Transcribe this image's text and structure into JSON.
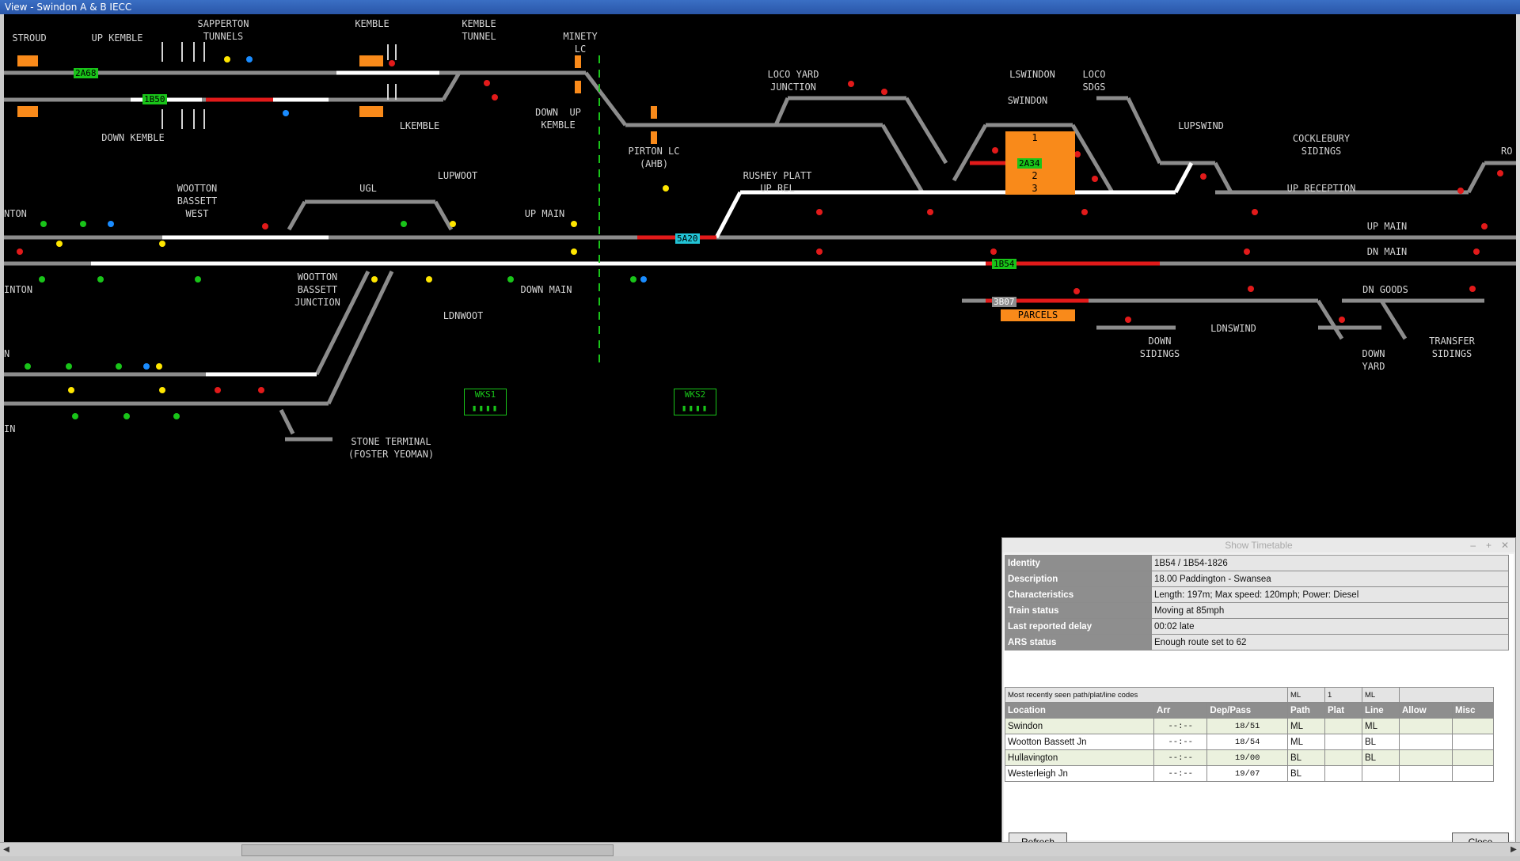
{
  "window": {
    "title": "View - Swindon A & B IECC"
  },
  "labels": [
    {
      "id": "stroud",
      "text": "STROUD"
    },
    {
      "id": "up-kemble",
      "text": "UP KEMBLE"
    },
    {
      "id": "sapperton",
      "text": "SAPPERTON\nTUNNELS"
    },
    {
      "id": "kemble",
      "text": "KEMBLE"
    },
    {
      "id": "kemble-tunnel",
      "text": "KEMBLE\nTUNNEL"
    },
    {
      "id": "minety",
      "text": "MINETY\nLC"
    },
    {
      "id": "loco-yard",
      "text": "LOCO YARD\nJUNCTION"
    },
    {
      "id": "lswindon",
      "text": "LSWINDON"
    },
    {
      "id": "loco-sdgs",
      "text": "LOCO\nSDGS"
    },
    {
      "id": "swindon",
      "text": "SWINDON"
    },
    {
      "id": "lupswind",
      "text": "LUPSWIND"
    },
    {
      "id": "cocklebury",
      "text": "COCKLEBURY\nSIDINGS"
    },
    {
      "id": "down-kemble",
      "text": "DOWN KEMBLE"
    },
    {
      "id": "lkemble",
      "text": "LKEMBLE"
    },
    {
      "id": "down-up-kemble",
      "text": "DOWN  UP\nKEMBLE"
    },
    {
      "id": "pirton",
      "text": "PIRTON LC\n(AHB)"
    },
    {
      "id": "wootton-west",
      "text": "WOOTTON\nBASSETT\nWEST"
    },
    {
      "id": "ugl",
      "text": "UGL"
    },
    {
      "id": "lupwoot",
      "text": "LUPWOOT"
    },
    {
      "id": "rushey",
      "text": "RUSHEY PLATT\nUP REL"
    },
    {
      "id": "up-reception",
      "text": "UP RECEPTION"
    },
    {
      "id": "nton",
      "text": "NTON"
    },
    {
      "id": "up-main",
      "text": "UP MAIN"
    },
    {
      "id": "up-main-r",
      "text": "UP MAIN"
    },
    {
      "id": "dn-main",
      "text": "DN MAIN"
    },
    {
      "id": "inton",
      "text": "INTON"
    },
    {
      "id": "wootton-jn",
      "text": "WOOTTON\nBASSETT\nJUNCTION"
    },
    {
      "id": "down-main",
      "text": "DOWN MAIN"
    },
    {
      "id": "dn-goods",
      "text": "DN GOODS"
    },
    {
      "id": "ldnwoot",
      "text": "LDNWOOT"
    },
    {
      "id": "down-sidings",
      "text": "DOWN\nSIDINGS"
    },
    {
      "id": "ldnswind",
      "text": "LDNSWIND"
    },
    {
      "id": "down-yard",
      "text": "DOWN\nYARD"
    },
    {
      "id": "transfer",
      "text": "TRANSFER\nSIDINGS"
    },
    {
      "id": "n",
      "text": "N"
    },
    {
      "id": "in",
      "text": "IN"
    },
    {
      "id": "stone-terminal",
      "text": "STONE TERMINAL\n(FOSTER YEOMAN)"
    },
    {
      "id": "ro",
      "text": "RO"
    }
  ],
  "berths": [
    {
      "id": "2A68",
      "text": "2A68"
    },
    {
      "id": "1B50",
      "text": "1B50"
    },
    {
      "id": "5A20",
      "text": "5A20"
    },
    {
      "id": "2A34",
      "text": "2A34"
    },
    {
      "id": "1B54",
      "text": "1B54"
    },
    {
      "id": "3B07",
      "text": "3B07"
    }
  ],
  "platforms": {
    "p1": "1",
    "p2": "2",
    "p3": "3",
    "parcels": "PARCELS"
  },
  "workstations": [
    {
      "text": "WKS1"
    },
    {
      "text": "WKS2"
    }
  ],
  "colors": {
    "track": "#8c8c8c",
    "route": "#ffffff",
    "occupied": "#e21a1a",
    "berth_green": "#19c419",
    "berth_cyan": "#22c4d6",
    "platform": "#f98a1a",
    "signal_red": "#e21a1a",
    "signal_green": "#19c419",
    "signal_yellow": "#ffe600",
    "signal_blue": "#1a8cff"
  },
  "dialog": {
    "title": "Show Timetable",
    "info": [
      {
        "key": "Identity",
        "value": "1B54 / 1B54-1826"
      },
      {
        "key": "Description",
        "value": "18.00 Paddington - Swansea"
      },
      {
        "key": "Characteristics",
        "value": "Length: 197m; Max speed: 120mph; Power: Diesel"
      },
      {
        "key": "Train status",
        "value": "Moving at 85mph"
      },
      {
        "key": "Last reported delay",
        "value": "00:02 late"
      },
      {
        "key": "ARS status",
        "value": "Enough route set to 62"
      }
    ],
    "recent": {
      "label": "Most recently seen path/plat/line codes",
      "path": "ML",
      "plat": "1",
      "line": "ML"
    },
    "columns": [
      "Location",
      "Arr",
      "Dep/Pass",
      "Path",
      "Plat",
      "Line",
      "Allow",
      "Misc"
    ],
    "rows": [
      {
        "location": "Swindon",
        "arr": "--:--",
        "dep": "18/51",
        "path": "ML",
        "plat": "",
        "line": "ML",
        "allow": "",
        "misc": ""
      },
      {
        "location": "Wootton Bassett Jn",
        "arr": "--:--",
        "dep": "18/54",
        "path": "ML",
        "plat": "",
        "line": "BL",
        "allow": "",
        "misc": ""
      },
      {
        "location": "Hullavington",
        "arr": "--:--",
        "dep": "19/00",
        "path": "BL",
        "plat": "",
        "line": "BL",
        "allow": "",
        "misc": ""
      },
      {
        "location": "Westerleigh Jn",
        "arr": "--:--",
        "dep": "19/07",
        "path": "BL",
        "plat": "",
        "line": "",
        "allow": "",
        "misc": ""
      }
    ],
    "refresh_label": "Refresh",
    "close_label": "Close"
  }
}
